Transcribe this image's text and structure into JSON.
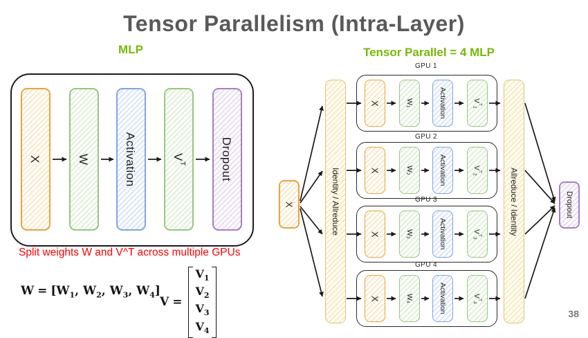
{
  "slide": {
    "title": "Tensor Parallelism (Intra-Layer)",
    "page_number": "38"
  },
  "colors": {
    "accent_green": "#76B900",
    "title_gray": "#595959",
    "caption_red": "#FF0000",
    "orange": "#E8A33E",
    "green": "#97C77F",
    "blue": "#7EA6E0",
    "purple": "#A87FC0",
    "gold": "#E4C36F",
    "arrow_black": "#1a1a1a"
  },
  "left_panel": {
    "title": "MLP",
    "bars": [
      {
        "base": "X",
        "sup": ""
      },
      {
        "base": "W",
        "sup": ""
      },
      {
        "base": "Activation",
        "sup": ""
      },
      {
        "base": "V",
        "sup": "T"
      },
      {
        "base": "Dropout",
        "sup": ""
      }
    ],
    "caption": "Split weights W and V^T across multiple GPUs",
    "formula_w": {
      "lhs": "W",
      "eq": "=",
      "open": "[",
      "terms": [
        {
          "base": "W",
          "sub": "1",
          "sep": ", "
        },
        {
          "base": "W",
          "sub": "2",
          "sep": ", "
        },
        {
          "base": "W",
          "sub": "3",
          "sep": ", "
        },
        {
          "base": "W",
          "sub": "4",
          "sep": ""
        }
      ],
      "close": "]"
    },
    "formula_v": {
      "lhs": "V",
      "eq": "=",
      "rows": [
        {
          "base": "V",
          "sub": "1"
        },
        {
          "base": "V",
          "sub": "2"
        },
        {
          "base": "V",
          "sub": "3"
        },
        {
          "base": "V",
          "sub": "4"
        }
      ]
    }
  },
  "right_panel": {
    "title": "Tensor Parallel = 4 MLP",
    "input_label": "X",
    "scatter_bar_label": "Identity / Allreduce",
    "gather_bar_label": "Allreduce / Identity",
    "output_label": "Dropout",
    "gpus": [
      {
        "label": "GPU 1",
        "x": "X",
        "w_base": "W",
        "w_sub": "1",
        "activation": "Activation",
        "v_base": "V",
        "v_sup": "T",
        "v_sub": "1"
      },
      {
        "label": "GPU 2",
        "x": "X",
        "w_base": "W",
        "w_sub": "2",
        "activation": "Activation",
        "v_base": "V",
        "v_sup": "T",
        "v_sub": "2"
      },
      {
        "label": "GPU 3",
        "x": "X",
        "w_base": "W",
        "w_sub": "3",
        "activation": "Activation",
        "v_base": "V",
        "v_sup": "T",
        "v_sub": "3"
      },
      {
        "label": "GPU 4",
        "x": "X",
        "w_base": "W",
        "w_sub": "4",
        "activation": "Activation",
        "v_base": "V",
        "v_sup": "T",
        "v_sub": "4"
      }
    ]
  }
}
